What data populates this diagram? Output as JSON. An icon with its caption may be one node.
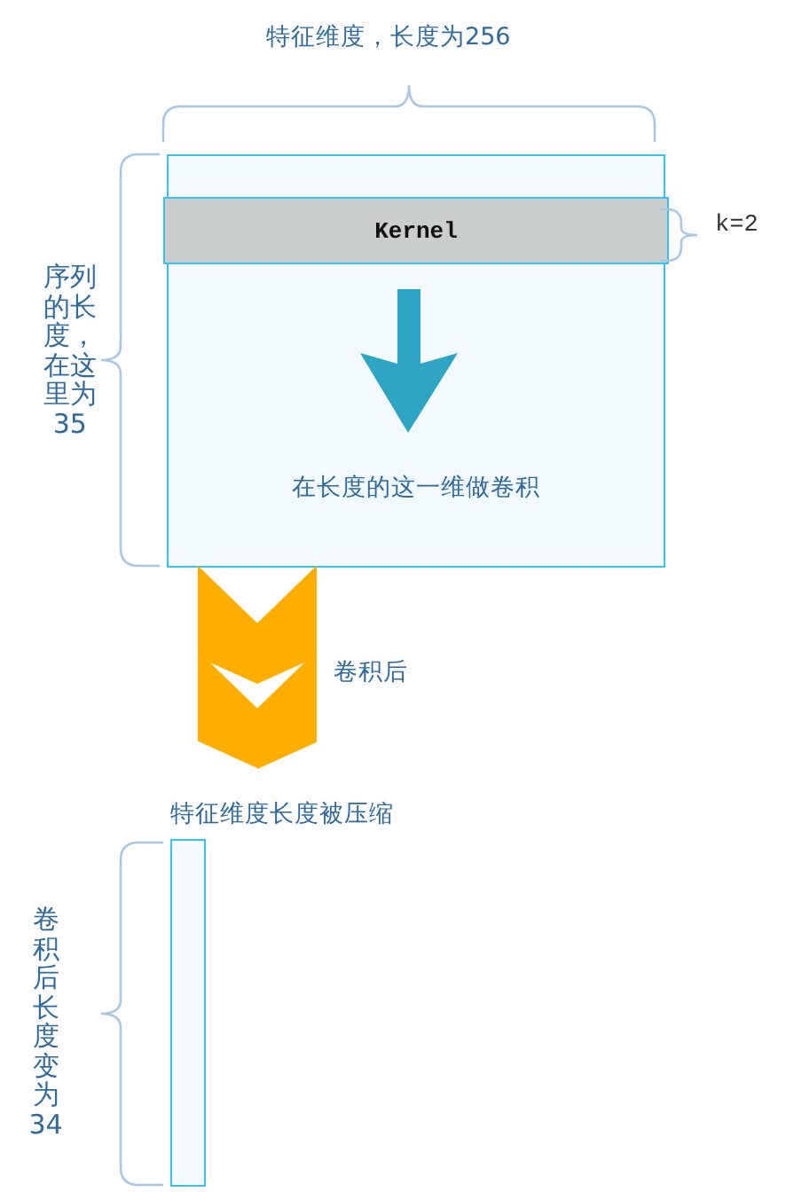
{
  "diagram": {
    "nodes": [
      {
        "text": [
          "在长度的这一维做卷积"
        ]
      },
      {
        "text": [
          "Kernel"
        ],
        "in": 0
      },
      {
        "text": [
          "特征维度长度被压缩"
        ]
      }
    ],
    "edges": [
      {
        "from": 0,
        "to": 2,
        "arrow": "to",
        "label": "卷积后"
      }
    ],
    "labels": [
      "特征维度，长度为256",
      "k=2",
      "序列的长度，在这里为35",
      "卷积后长度变为34"
    ]
  }
}
